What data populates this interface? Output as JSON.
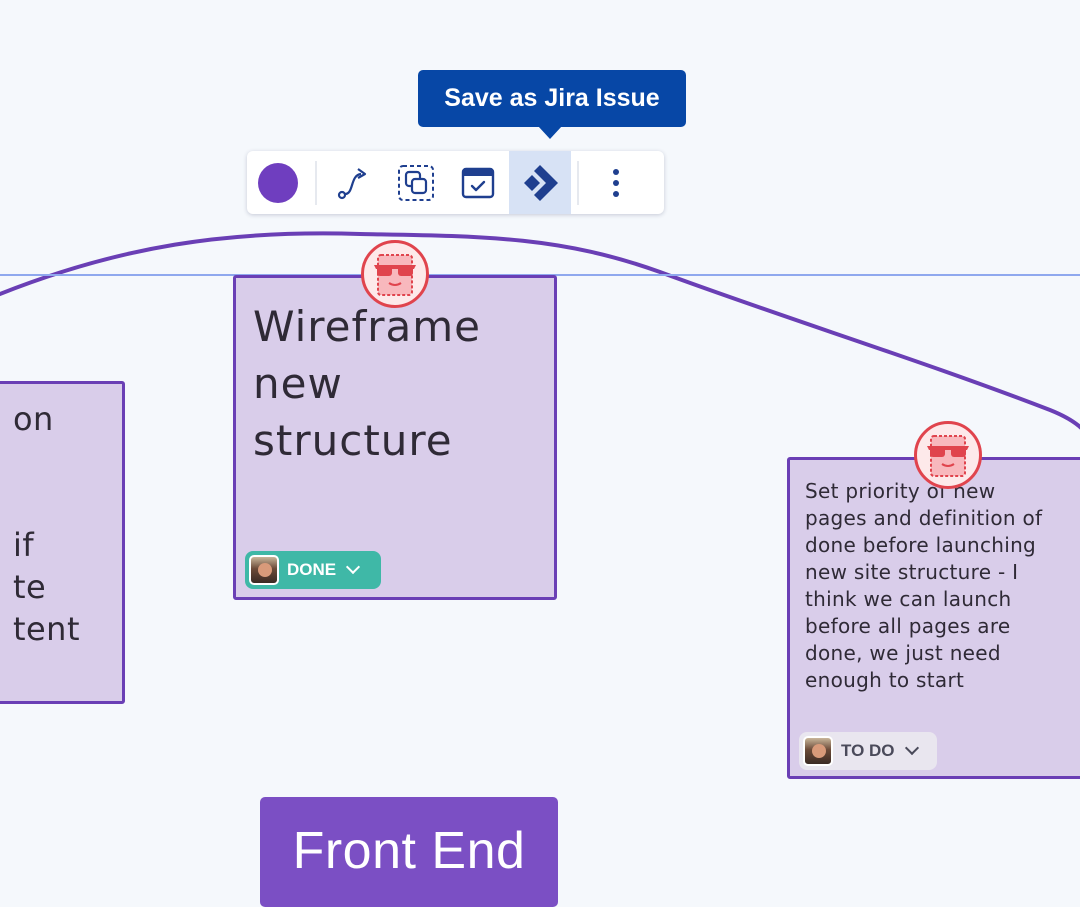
{
  "tooltip": {
    "text": "Save as Jira Issue"
  },
  "toolbar": {
    "color_value": "#6f3ebf",
    "buttons": [
      {
        "name": "color-picker",
        "icon": "color-dot"
      },
      {
        "name": "connector",
        "icon": "connector-icon"
      },
      {
        "name": "group",
        "icon": "group-icon"
      },
      {
        "name": "task",
        "icon": "calendar-check-icon"
      },
      {
        "name": "jira",
        "icon": "jira-icon",
        "active": true
      },
      {
        "name": "more",
        "icon": "more-vertical-icon"
      }
    ]
  },
  "notes": {
    "left": {
      "text": "on\n\n\nif\nte\ntent"
    },
    "center": {
      "text": "Wireframe\nnew\nstructure",
      "status": "DONE"
    },
    "right": {
      "text": "Set priority of new\npages and definition of\ndone before launching\nnew site structure - I\nthink we can launch\nbefore all pages are\ndone, we just need\nenough to start",
      "status": "TO DO"
    }
  },
  "section": {
    "label": "Front End"
  },
  "colors": {
    "canvas": "#f5f8fc",
    "note_fill": "#d9cdea",
    "note_border": "#6a3fb5",
    "done": "#3fb8a7",
    "tooltip": "#0747a6",
    "connector_line": "#6a3fb5",
    "guide_line": "#8fa8ee"
  }
}
